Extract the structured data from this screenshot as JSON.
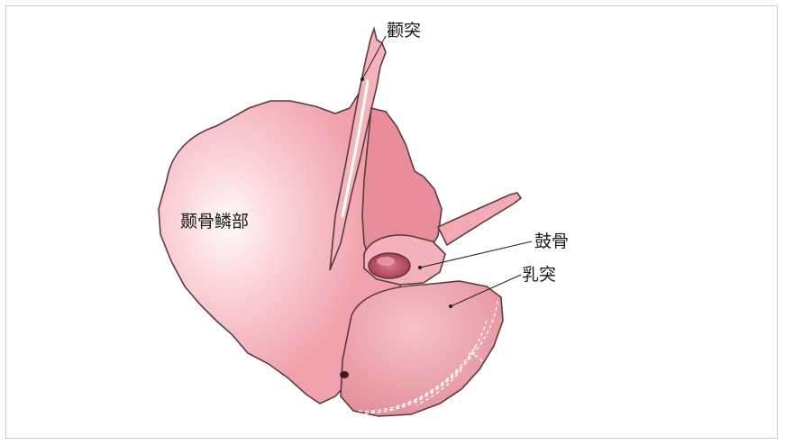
{
  "figure": {
    "labels": {
      "zygomatic_process": "颧突",
      "squamous_part": "颞骨鳞部",
      "tympanic_part": "鼓骨",
      "mastoid_process": "乳突"
    },
    "colors": {
      "bone_fill": "#f2a9b1",
      "bone_dark": "#e58d98",
      "bone_outline": "#5a3a3e",
      "highlight": "#fff4f5",
      "canal": "#c85a6a",
      "leader_line": "#222222"
    }
  }
}
